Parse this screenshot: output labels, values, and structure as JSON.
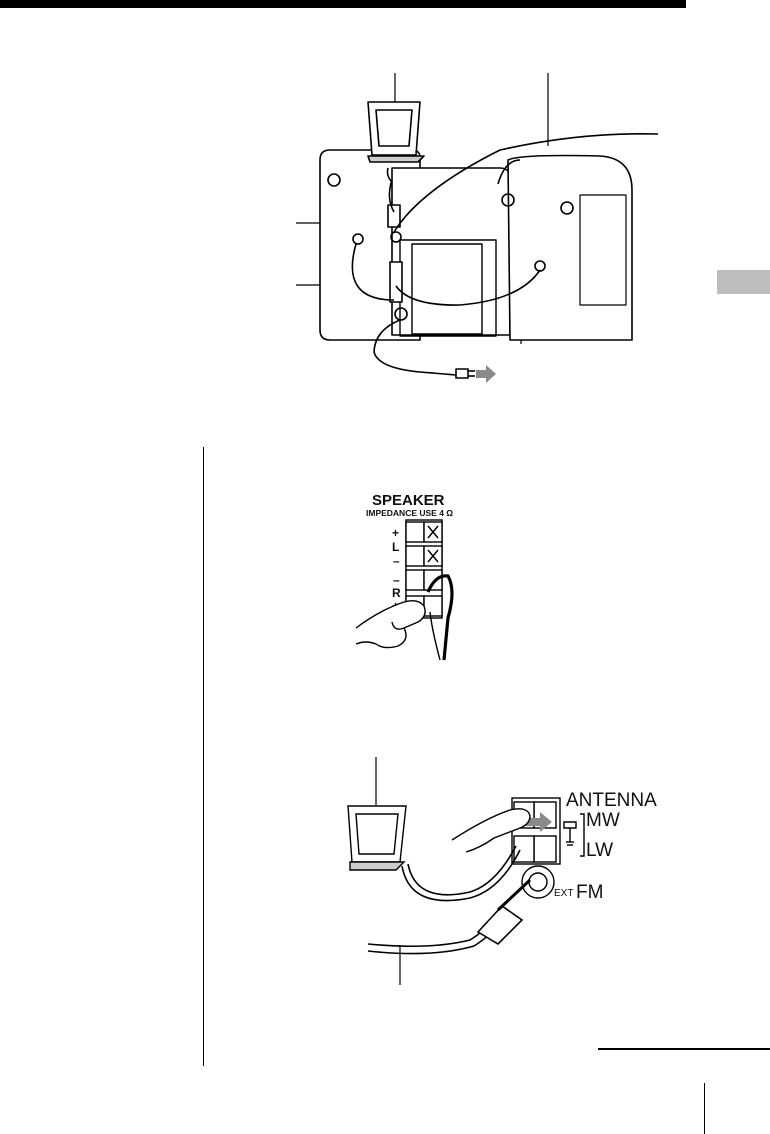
{
  "speaker_panel": {
    "title": "SPEAKER",
    "impedance": "IMPEDANCE USE 4 Ω",
    "plus_top": "+",
    "l": "L",
    "minus_top": "–",
    "minus_bottom": "–",
    "r": "R",
    "plus_bottom": "+"
  },
  "antenna_panel": {
    "title": "ANTENNA",
    "mw": "MW",
    "lw": "LW",
    "ext": "EXT",
    "fm": "FM"
  }
}
